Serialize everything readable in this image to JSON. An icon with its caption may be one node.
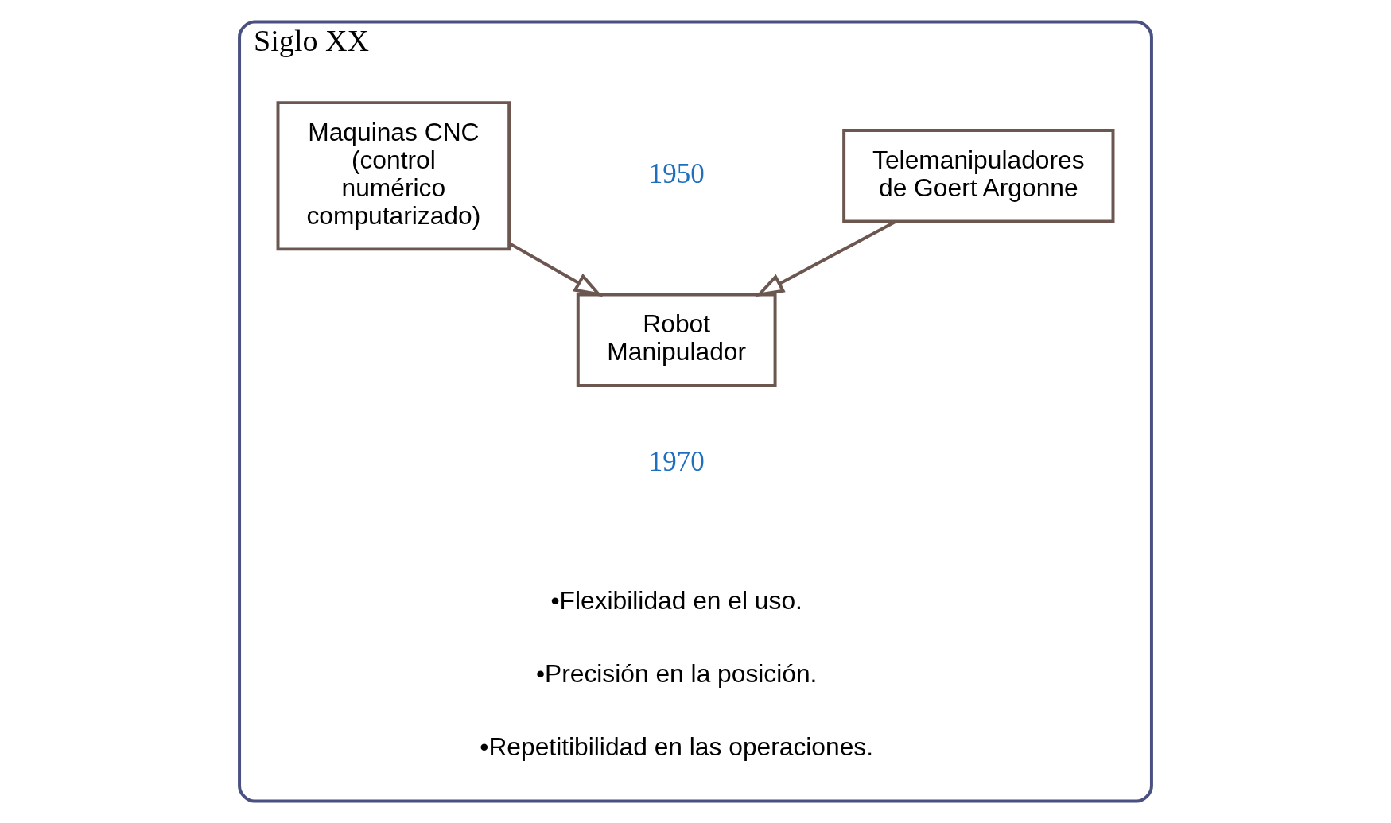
{
  "diagram": {
    "nodes": [
      {
        "text": [
          "Siglo XX"
        ]
      },
      {
        "text": [
          "Maquinas CNC (control numérico computarizado)"
        ],
        "in": 0
      },
      {
        "text": [
          "Robot Manipulador"
        ],
        "in": 0
      },
      {
        "text": [
          "Telemanipuladores de Goert Argonne"
        ],
        "in": 0
      }
    ],
    "edges": [
      {
        "from": 1,
        "to": 2,
        "arrow": "to"
      },
      {
        "from": 3,
        "to": 2,
        "arrow": "to"
      }
    ],
    "labels": [
      "1950",
      "1970",
      "•Flexibilidad en el uso.",
      "•Precisión en la posición.",
      "•Repetitibilidad en las operaciones."
    ]
  }
}
